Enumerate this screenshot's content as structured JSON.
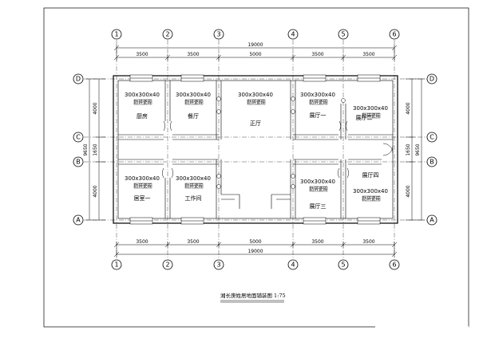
{
  "drawing": {
    "title": "湘长庚姓居地面铺装图",
    "scale": "1:75",
    "grid_columns": [
      "1",
      "2",
      "3",
      "4",
      "5",
      "6"
    ],
    "grid_rows": [
      "D",
      "C",
      "B",
      "A"
    ],
    "dimensions_horizontal_total": "19000",
    "dimensions_horizontal": [
      "3500",
      "3500",
      "5000",
      "3500",
      "3500"
    ],
    "dimensions_vertical_left": [
      "4000",
      "1650",
      "4000"
    ],
    "dimensions_vertical_left_total": "9650",
    "dimensions_vertical_right": [
      "4000",
      "1650",
      "4000"
    ],
    "dimensions_vertical_right_total": "9650",
    "rooms": [
      {
        "id": "kitchen",
        "name": "厨房",
        "tile": "300x300x40",
        "note": "防碎瓷砖"
      },
      {
        "id": "dining",
        "name": "餐厅",
        "tile": "300x300x40",
        "note": "防碎瓷砖"
      },
      {
        "id": "main-hall",
        "name": "正厅",
        "tile": "300x300x40",
        "note": "防碎瓷砖"
      },
      {
        "id": "exhibit-1",
        "name": "展厅一",
        "tile": "300x300x40",
        "note": "防碎瓷砖"
      },
      {
        "id": "exhibit-2",
        "name": "展厅二",
        "tile": "300x300x40",
        "note": "防碎瓷砖"
      },
      {
        "id": "bedroom-1",
        "name": "居室一",
        "tile": "300x300x40",
        "note": "防碎瓷砖"
      },
      {
        "id": "workroom",
        "name": "工作间",
        "tile": "300x300x40",
        "note": "防碎瓷砖"
      },
      {
        "id": "exhibit-3",
        "name": "展厅三",
        "tile": "300x300x40",
        "note": "防碎瓷砖"
      },
      {
        "id": "exhibit-4",
        "name": "展厅四",
        "tile": "300x300x40",
        "note": "防碎瓷砖"
      }
    ]
  }
}
